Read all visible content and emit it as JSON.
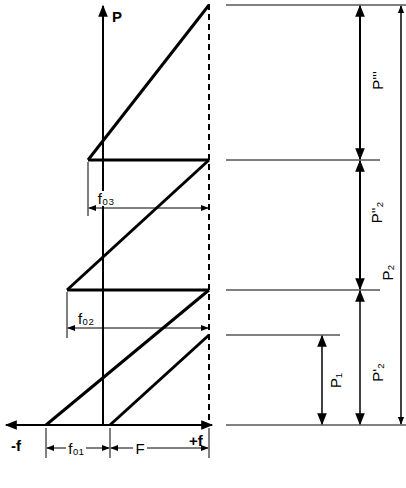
{
  "diagram": {
    "labels": [
      "P",
      "-f",
      "+f",
      "f₀₁",
      "F",
      "f₀₂",
      "f₀₃",
      "P₁",
      "P'₂",
      "P''₂",
      "P'''",
      "P₂"
    ]
  }
}
